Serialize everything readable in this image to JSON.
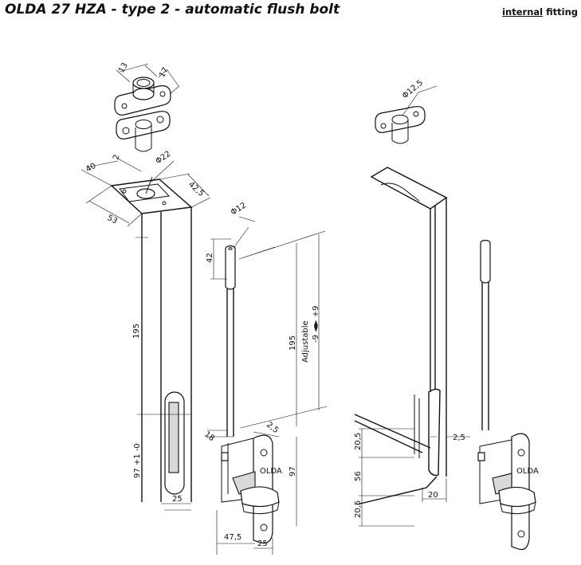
{
  "header": {
    "title": "OLDA 27 HZA -  type 2 - automatic flush bolt",
    "fitting_strong": "internal",
    "fitting_rest": " fitting"
  },
  "dimensions": {
    "d13": "13",
    "d17": "17",
    "d40": "40",
    "d2": "2",
    "d22": "Φ22",
    "d42_5": "42,5",
    "d53": "53",
    "d195_left": "195",
    "d97_tol": "97 +1 -0",
    "d25_left": "25",
    "d12": "Φ12",
    "d42": "42",
    "d195_mid": "195",
    "adjustable": "Adjustable",
    "adj_range": "-9 ◄► +9",
    "d18": "18",
    "d2_5_mid": "2,5",
    "d97_mid": "97",
    "d47_5": "47,5",
    "d25_mid": "25",
    "d12_5": "Φ12,5",
    "d2_5_right": "2,5",
    "d20_5_top": "20,5",
    "d56": "56",
    "d20_5_bot": "20,5",
    "d20": "20"
  }
}
